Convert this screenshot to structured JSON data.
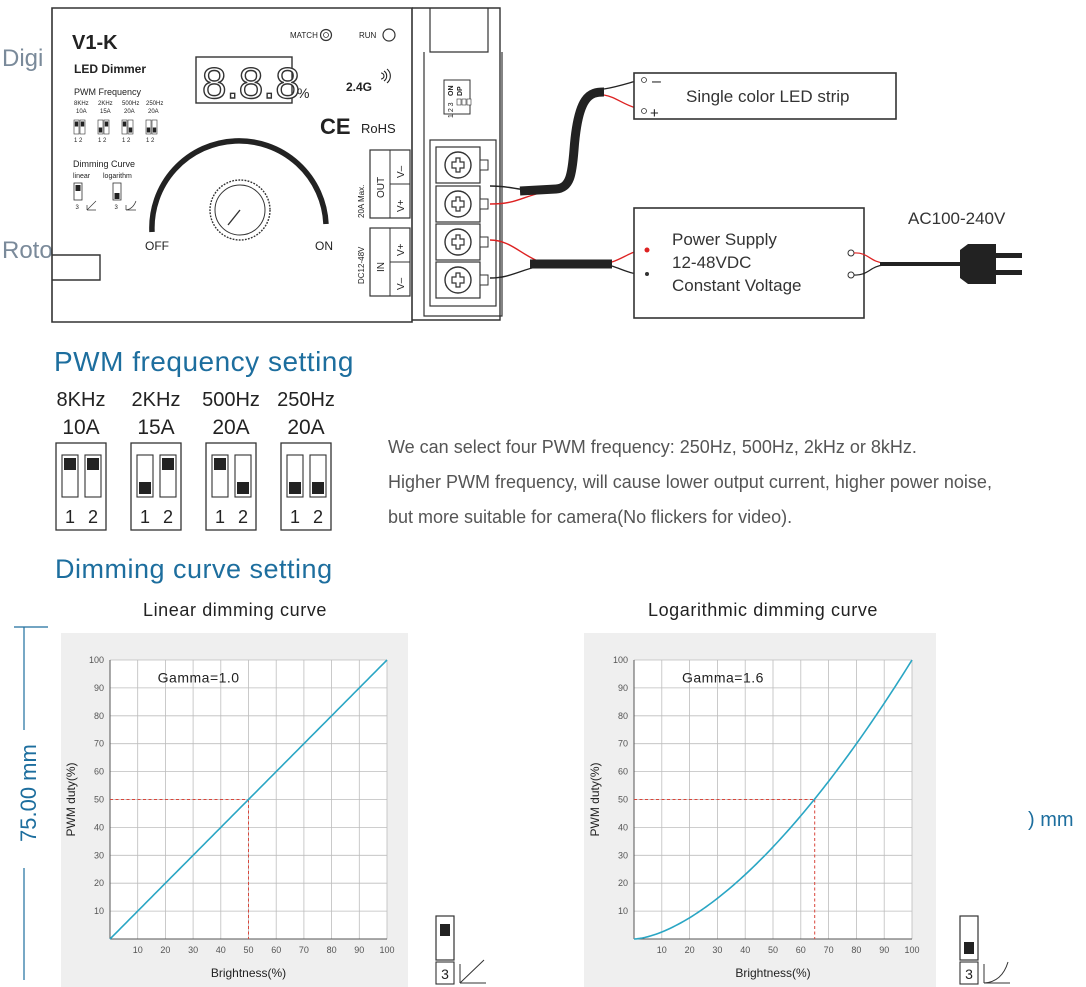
{
  "device": {
    "model": "V1-K",
    "type": "LED Dimmer",
    "display": "8.8.8",
    "display_unit": "%",
    "match_label": "MATCH",
    "run_label": "RUN",
    "wireless": "2.4G",
    "cert": "RoHS",
    "pwm_label": "PWM Frequency",
    "pwm_options": [
      {
        "freq": "8KHz",
        "amp": "10A"
      },
      {
        "freq": "2KHz",
        "amp": "15A"
      },
      {
        "freq": "500Hz",
        "amp": "20A"
      },
      {
        "freq": "250Hz",
        "amp": "20A"
      }
    ],
    "curve_label": "Dimming Curve",
    "curve_linear": "linear",
    "curve_log": "logarithm",
    "knob_off": "OFF",
    "knob_on": "ON",
    "out_label": "OUT",
    "in_label": "IN",
    "v_plus": "V+",
    "v_minus": "V–",
    "out_max": "20A Max.",
    "in_range": "DC12-48V",
    "dip_on": "ON",
    "dip_dp": "DP",
    "dip_nums": "1 2 3"
  },
  "wiring": {
    "strip": "Single color LED strip",
    "psu_line1": "Power Supply",
    "psu_line2": "12-48VDC",
    "psu_line3": "Constant Voltage",
    "ac": "AC100-240V"
  },
  "edge_fragments": {
    "digi": "Digi",
    "roto": "Roto",
    "mm_right": ") mm",
    "dim_left": "75.00 mm"
  },
  "pwm_section": {
    "title": "PWM frequency setting",
    "options": [
      {
        "freq": "8KHz",
        "amp": "10A",
        "sw1": "up",
        "sw2": "up"
      },
      {
        "freq": "2KHz",
        "amp": "15A",
        "sw1": "down",
        "sw2": "up"
      },
      {
        "freq": "500Hz",
        "amp": "20A",
        "sw1": "up",
        "sw2": "down"
      },
      {
        "freq": "250Hz",
        "amp": "20A",
        "sw1": "down",
        "sw2": "down"
      }
    ],
    "switch_nums": [
      "1",
      "2"
    ],
    "desc_line1": "We can select four PWM frequency: 250Hz, 500Hz, 2kHz or 8kHz.",
    "desc_line2": "Higher PWM frequency, will cause lower output current, higher power noise,",
    "desc_line3": "but more suitable for camera(No flickers for video)."
  },
  "curve_section": {
    "title": "Dimming curve setting",
    "switch_num": "3"
  },
  "chart_data": [
    {
      "type": "line",
      "title": "Linear dimming curve",
      "annotation": "Gamma=1.0",
      "xlabel": "Brightness(%)",
      "ylabel": "PWM duty(%)",
      "xlim": [
        0,
        100
      ],
      "ylim": [
        0,
        100
      ],
      "xticks": [
        10,
        20,
        30,
        40,
        50,
        60,
        70,
        80,
        90,
        100
      ],
      "yticks": [
        10,
        20,
        30,
        40,
        50,
        60,
        70,
        80,
        90,
        100
      ],
      "grid": true,
      "gamma": 1.0,
      "x": [
        0,
        10,
        20,
        30,
        40,
        50,
        60,
        70,
        80,
        90,
        100
      ],
      "y": [
        0,
        10,
        20,
        30,
        40,
        50,
        60,
        70,
        80,
        90,
        100
      ],
      "marker_point": [
        50,
        50
      ],
      "color": "#2aa6c4",
      "marker_color": "#d9463b"
    },
    {
      "type": "line",
      "title": "Logarithmic dimming curve",
      "annotation": "Gamma=1.6",
      "xlabel": "Brightness(%)",
      "ylabel": "PWM duty(%)",
      "xlim": [
        0,
        100
      ],
      "ylim": [
        0,
        100
      ],
      "xticks": [
        10,
        20,
        30,
        40,
        50,
        60,
        70,
        80,
        90,
        100
      ],
      "yticks": [
        10,
        20,
        30,
        40,
        50,
        60,
        70,
        80,
        90,
        100
      ],
      "grid": true,
      "gamma": 1.6,
      "x": [
        0,
        10,
        20,
        30,
        40,
        50,
        60,
        70,
        80,
        90,
        100
      ],
      "y": [
        0,
        2.5,
        7.6,
        14.5,
        23.1,
        33,
        44.2,
        56.5,
        70,
        84.5,
        100
      ],
      "marker_point": [
        65,
        50
      ],
      "color": "#2aa6c4",
      "marker_color": "#d9463b"
    }
  ]
}
